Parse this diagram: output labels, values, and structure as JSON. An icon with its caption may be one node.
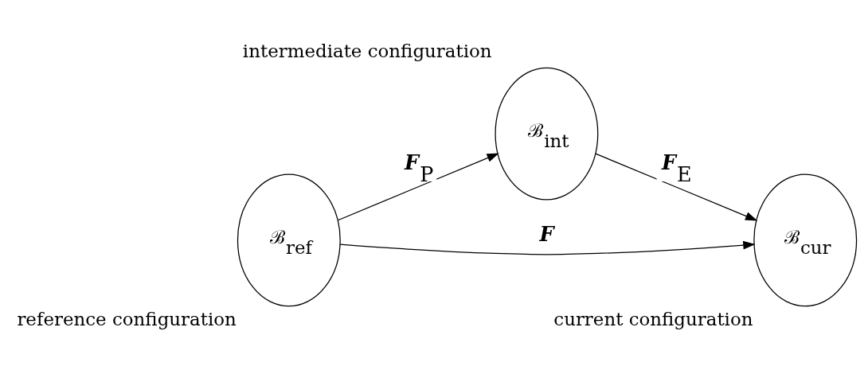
{
  "diagram": {
    "nodes": [
      {
        "text": [
          "ℬ$_{ref}$"
        ],
        "beside": [
          "reference configuration"
        ]
      },
      {
        "text": [
          "ℬ$_{int}$"
        ],
        "beside": [
          "intermediate configuration"
        ]
      },
      {
        "text": [
          "ℬ$_{cur}$"
        ],
        "beside": [
          "current configuration"
        ]
      }
    ],
    "edges": [
      {
        "from": 0,
        "to": 1,
        "arrow": "to",
        "label": "**F**$_{P}$"
      },
      {
        "from": 1,
        "to": 2,
        "arrow": "to",
        "label": "**F**$_{E}$"
      },
      {
        "from": 0,
        "to": 2,
        "arrow": "to",
        "label": "**F**"
      }
    ]
  }
}
